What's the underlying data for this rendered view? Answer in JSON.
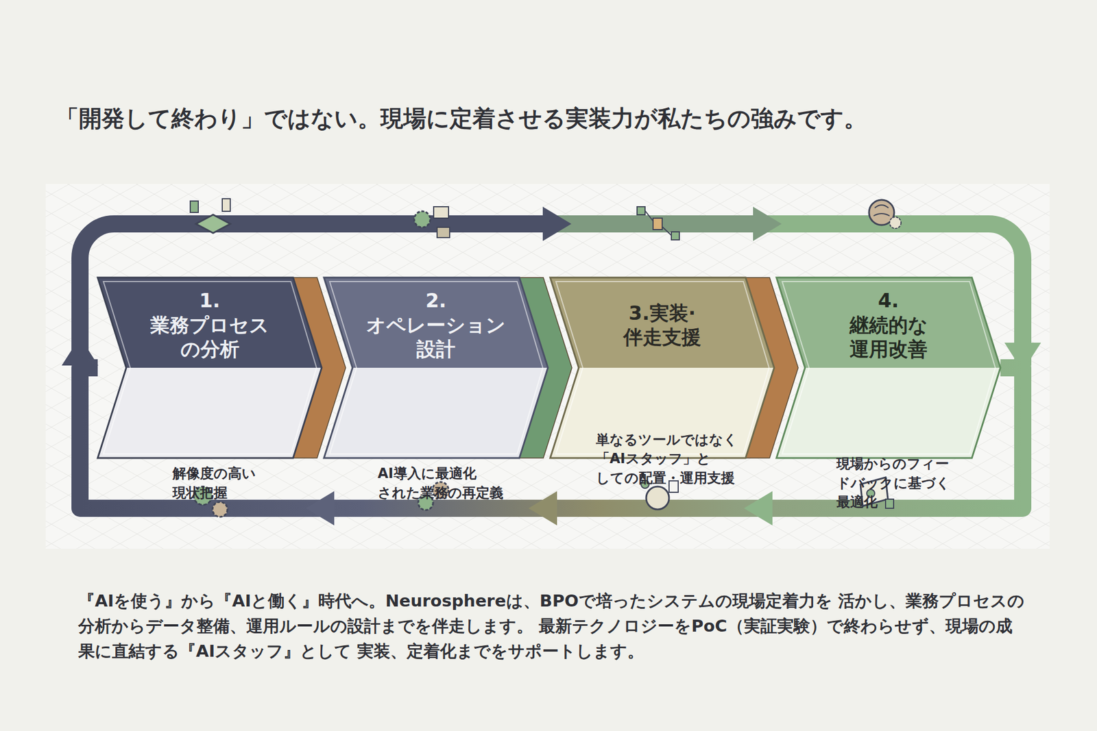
{
  "diagram": {
    "title": "「開発して終わり」ではない。現場に定着させる実装力が私たちの強みです。",
    "caption": "『AIを使う』から『AIと働く』時代へ。Neurosphereは、BPOで培ったシステムの現場定着力を 活かし、業務プロセスの分析からデータ整備、運用ルールの設計までを伴走します。 最新テクノロジーをPoC（実証実験）で終わらせず、現場の成果に直結する『AIスタッフ』として 実装、定着化までをサポートします。",
    "nodes": [
      {
        "text": [
          "1.業務プロセス の分析",
          "解像度の高い 現状把握"
        ]
      },
      {
        "text": [
          "2.オペレーション 設計",
          "AI導入に最適化 された業務の再定義"
        ]
      },
      {
        "text": [
          "3.実装· 伴走支援",
          "単なるツールではなく 「AIスタッフ」と しての配置・運用支援"
        ]
      },
      {
        "text": [
          "4.継続的な 運用改善",
          "現場からのフィー ドバックに基づく 最適化"
        ]
      }
    ],
    "edges": [
      {
        "from": 3,
        "to": 0,
        "arrow": "to"
      }
    ]
  }
}
